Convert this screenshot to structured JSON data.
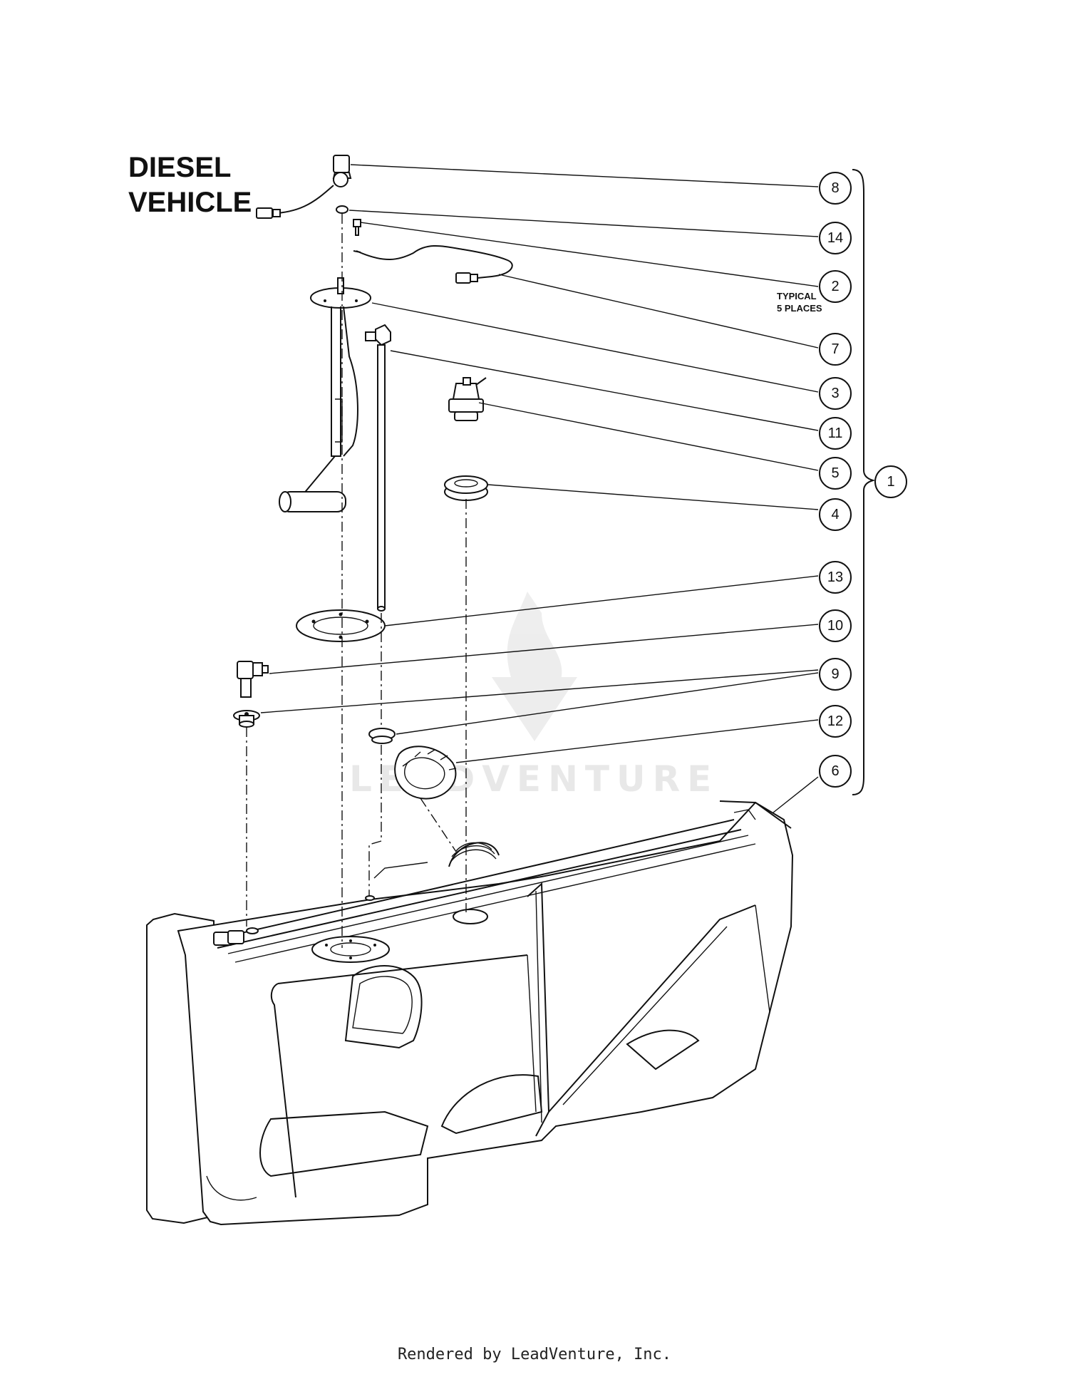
{
  "title": {
    "line1": "DIESEL",
    "line2": "VEHICLE"
  },
  "note": {
    "line1": "TYPICAL",
    "line2": "5 PLACES"
  },
  "watermark": "LEADVENTURE",
  "footer": "Rendered by LeadVenture, Inc.",
  "callouts": [
    {
      "label": "8"
    },
    {
      "label": "14"
    },
    {
      "label": "2"
    },
    {
      "label": "7"
    },
    {
      "label": "3"
    },
    {
      "label": "11"
    },
    {
      "label": "5"
    },
    {
      "label": "4"
    },
    {
      "label": "13"
    },
    {
      "label": "10"
    },
    {
      "label": "9"
    },
    {
      "label": "12"
    },
    {
      "label": "6"
    },
    {
      "label": "1"
    }
  ]
}
